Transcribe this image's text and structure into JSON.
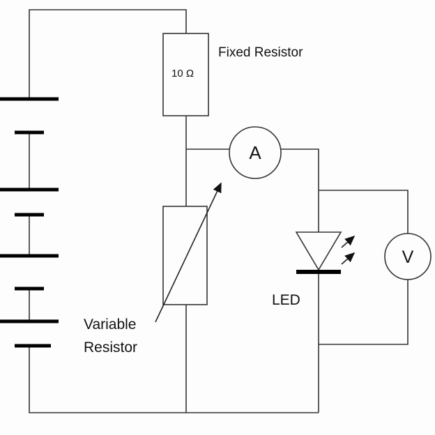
{
  "labels": {
    "fixed_resistor": "Fixed Resistor",
    "fixed_resistor_value": "10 Ω",
    "variable_resistor_line1": "Variable",
    "variable_resistor_line2": "Resistor",
    "led": "LED",
    "ammeter": "A",
    "voltmeter": "V"
  }
}
